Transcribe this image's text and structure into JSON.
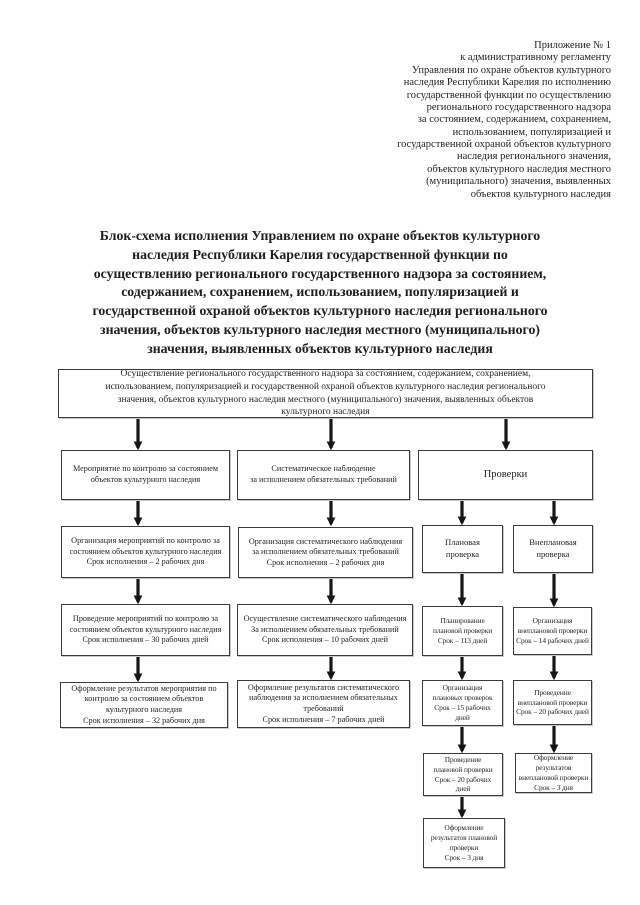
{
  "document": {
    "appendix_note": "Приложение № 1\nк административному регламенту\nУправления по охране объектов культурного\nнаследия Республики Карелия по исполнению\nгосударственной функции по осуществлению\nрегионального государственного надзора\nза состоянием, содержанием, сохранением,\nиспользованием, популяризацией и\nгосударственной охраной объектов культурного\nнаследия регионального значения,\nобъектов культурного наследия местного\n(муниципального) значения, выявленных\nобъектов культурного наследия",
    "title": "Блок-схема исполнения Управлением по охране объектов культурного\nнаследия Республики Карелия государственной функции по\nосуществлению регионального государственного надзора за состоянием,\nсодержанием, сохранением, использованием, популяризацией и\nгосударственной охраной объектов культурного наследия регионального\nзначения, объектов культурного наследия местного (муниципального)\nзначения, выявленных объектов культурного наследия"
  },
  "flowchart": {
    "nodes": {
      "regional_supervision": "Осуществление регионального государственного надзора за состоянием, содержанием, сохранением,\nиспользованием, популяризацией и государственной охраной объектов культурного наследия регионального\nзначения, объектов культурного наследия местного (муниципального) значения, выявленных объектов\nкультурного наследия",
      "control_measure": "Мероприятие по контролю за состоянием\nобъектов культурного наследия",
      "systematic_observation": "Систематическое наблюдение\nза исполнением обязательных требований",
      "inspections": "Проверки",
      "org_control_measures": "Организация мероприятий по контролю за\nсостоянием объектов культурного наследия\nСрок исполнения – 2 рабочих дня",
      "org_observation": "Организация систематического наблюдения\nза исполнением обязательных требований\nСрок исполнения – 2 рабочих дня",
      "planned_inspection": "Плановая\nпроверка",
      "unplanned_inspection": "Внеплановая\nпроверка",
      "conduct_control_measures": "Проведение мероприятий по контролю за\nсостоянием объектов культурного наследия\nСрок исполнения – 30 рабочих дней",
      "conduct_observation": "Осуществление систематического наблюдения\nЗа исполнением обязательных требований\nСрок исполнения – 10 рабочих дней",
      "plan_planned_inspection": "Планирование\nплановой проверки\nСрок – 113 дней",
      "org_unplanned_inspection": "Организация\nвнеплановой проверки\nСрок – 14 рабочих дней",
      "results_control_measure": "Оформление результатов мероприятия по\nконтролю за состоянием объектов\nкультурного наследия\nСрок исполнения – 32 рабочих дня",
      "results_observation": "Оформление результатов систематического\nнаблюдения за исполнением обязательных\nтребований\nСрок исполнения – 7 рабочих дней",
      "org_planned_inspections": "Организация\nплановых проверок\nСрок – 15 рабочих\nдней",
      "conduct_unplanned_inspection": "Проведение\nвнеплановой проверки\nСрок – 20 рабочих дней",
      "conduct_planned_inspection": "Проведение\nплановой проверки\nСрок – 20 рабочих\nдней",
      "results_unplanned_inspection": "Оформление\nрезультатов\nвнеплановой проверки\nСрок – 3 дня",
      "results_planned_inspection": "Оформление\nрезультатов плановой\nпроверки\nСрок – 3 дня"
    }
  },
  "colors": {
    "ink": "#1f1f1f",
    "box_border": "#3a3a3a",
    "arrow": "#161616",
    "paper": "#ffffff"
  }
}
